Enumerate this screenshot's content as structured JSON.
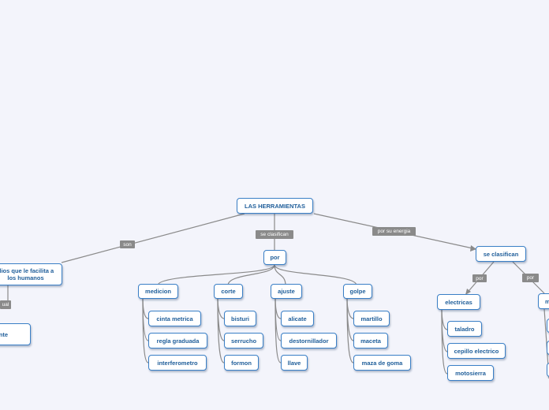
{
  "colors": {
    "background": "#f3f4fb",
    "node_border": "#3a7fc6",
    "node_text": "#1f5e9a",
    "connector": "#8a8a8a",
    "label_bg": "#8a8a8a"
  },
  "root": "LAS HERRAMIENTAS",
  "links": {
    "son": "son",
    "se_clasifican": "se clasifican",
    "por_su_energia": "por su energia",
    "por_left": "por",
    "por_right": "por",
    "manual_partial": "ual"
  },
  "nodes": {
    "por": "por",
    "se_clasifican": "se clasifican",
    "left_desc": "dios que le facilita a los humanos",
    "left_partial": "nte",
    "right_partial": "m"
  },
  "categories": [
    {
      "name": "medicion",
      "items": [
        "cinta metrica",
        "regla graduada",
        "interferometro"
      ]
    },
    {
      "name": "corte",
      "items": [
        "bisturi",
        "serrucho",
        "formon"
      ]
    },
    {
      "name": "ajuste",
      "items": [
        "alicate",
        "destornillador",
        "llave"
      ]
    },
    {
      "name": "golpe",
      "items": [
        "martillo",
        "maceta",
        "maza de goma"
      ]
    }
  ],
  "electricas": {
    "name": "electricas",
    "items": [
      "taladro",
      "cepillo electrico",
      "motosierra"
    ]
  }
}
